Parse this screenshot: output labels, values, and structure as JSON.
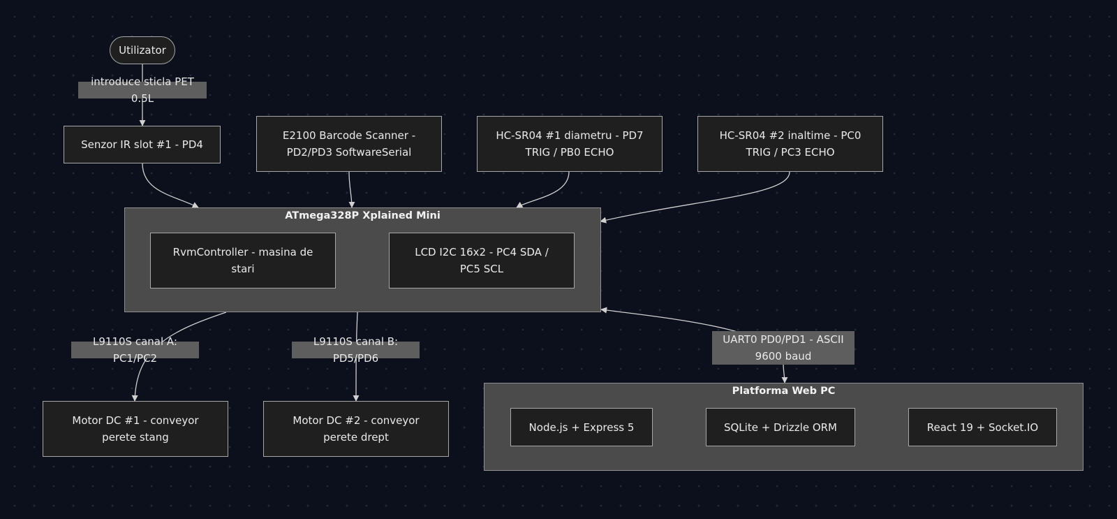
{
  "colors": {
    "background": "#0c0f1c",
    "node_fill": "#1f1f1f",
    "node_border": "#a8a8a8",
    "cluster_fill": "#4b4b4b",
    "edge": "#d0d0d0",
    "edge_label_fill": "#5e5e5e"
  },
  "nodes": {
    "user": "Utilizator",
    "ir_sensor": "Senzor IR slot #1 - PD4",
    "barcode": "E2100 Barcode Scanner -\nPD2/PD3 SoftwareSerial",
    "hcsr04_1": "HC-SR04 #1 diametru - PD7\nTRIG / PB0 ECHO",
    "hcsr04_2": "HC-SR04 #2 inaltime - PC0\nTRIG / PC3 ECHO",
    "rvm_controller": "RvmController - masina de\nstari",
    "lcd": "LCD I2C 16x2 - PC4 SDA /\nPC5 SCL",
    "motor1": "Motor DC #1 - conveyor\nperete stang",
    "motor2": "Motor DC #2 - conveyor\nperete drept",
    "nodejs": "Node.js + Express 5",
    "sqlite": "SQLite + Drizzle ORM",
    "react": "React 19 + Socket.IO"
  },
  "clusters": {
    "mcu": "ATmega328P Xplained Mini",
    "web": "Platforma Web PC"
  },
  "edge_labels": {
    "user_to_ir": "introduce sticla PET 0.5L",
    "channel_a": "L9110S canal A: PC1/PC2",
    "channel_b": "L9110S canal B: PD5/PD6",
    "uart": "UART0 PD0/PD1 - ASCII\n9600 baud"
  }
}
